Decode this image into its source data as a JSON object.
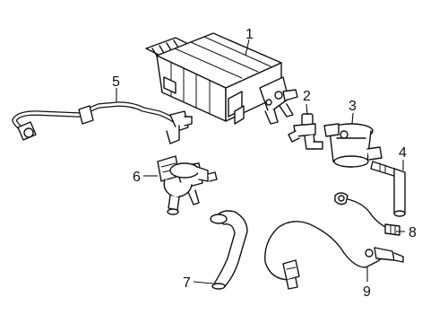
{
  "diagram": {
    "callouts": [
      {
        "id": "1",
        "label": "1"
      },
      {
        "id": "2",
        "label": "2"
      },
      {
        "id": "3",
        "label": "3"
      },
      {
        "id": "4",
        "label": "4"
      },
      {
        "id": "5",
        "label": "5"
      },
      {
        "id": "6",
        "label": "6"
      },
      {
        "id": "7",
        "label": "7"
      },
      {
        "id": "8",
        "label": "8"
      },
      {
        "id": "9",
        "label": "9"
      }
    ],
    "parts": [
      {
        "id": "1",
        "icon": "canister-icon"
      },
      {
        "id": "2",
        "icon": "solenoid-valve-icon"
      },
      {
        "id": "3",
        "icon": "filter-housing-icon"
      },
      {
        "id": "4",
        "icon": "hose-pipe-icon"
      },
      {
        "id": "5",
        "icon": "hose-harness-icon"
      },
      {
        "id": "6",
        "icon": "purge-valve-icon"
      },
      {
        "id": "7",
        "icon": "rubber-hose-icon"
      },
      {
        "id": "8",
        "icon": "sensor-icon"
      },
      {
        "id": "9",
        "icon": "oxygen-sensor-icon"
      }
    ]
  }
}
